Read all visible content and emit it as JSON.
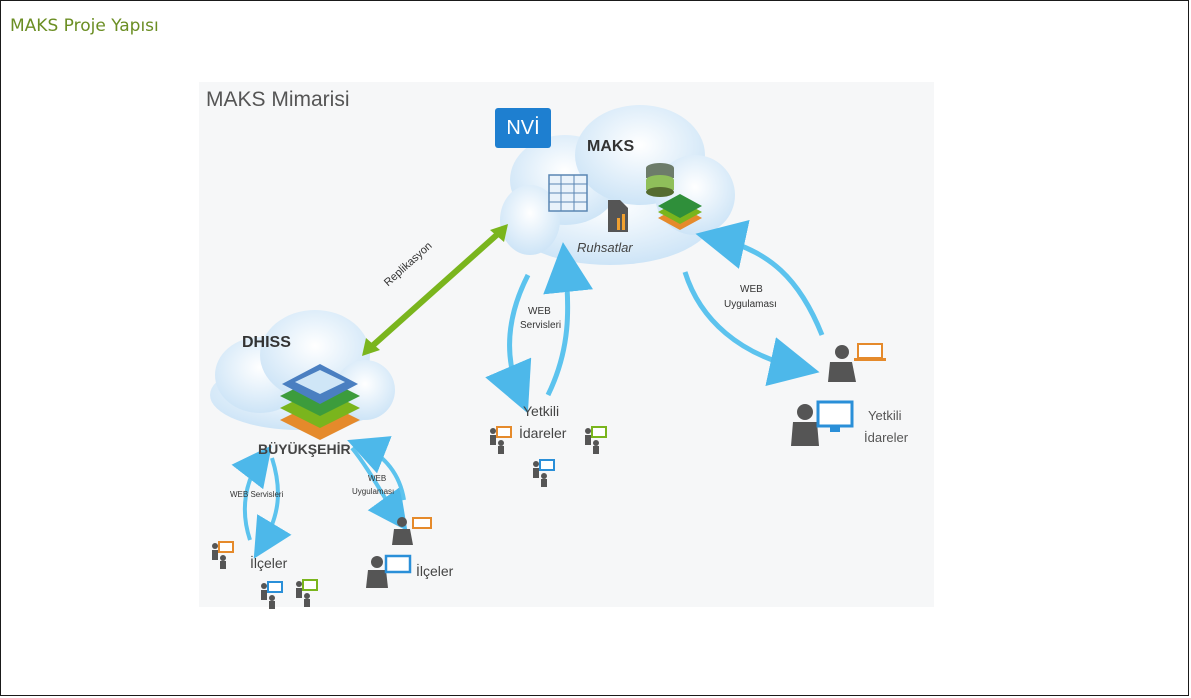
{
  "page": {
    "title": "MAKS Proje Yapısı"
  },
  "diagram": {
    "title": "MAKS Mimarisi",
    "nvi_badge": "NVİ",
    "maks_cloud": {
      "label": "MAKS",
      "sublabel": "Ruhsatlar"
    },
    "dhiss_cloud": {
      "label": "DHISS",
      "sublabel": "BÜYÜKŞEHİR"
    },
    "replication_label": "Replikasyon",
    "web_services_label_line1": "WEB",
    "web_services_label_line2": "Servisleri",
    "web_app_label_line1": "WEB",
    "web_app_label_line2": "Uygulaması",
    "authorized_center_line1": "Yetkili",
    "authorized_center_line2": "İdareler",
    "authorized_right_line1": "Yetkili",
    "authorized_right_line2": "İdareler",
    "small_web_services": "WEB Servisleri",
    "small_web_app_line1": "WEB",
    "small_web_app_line2": "Uygulaması",
    "districts_left": "İlçeler",
    "districts_right": "İlçeler",
    "colors": {
      "cloud": "#dcecf9",
      "arrow_blue": "#5cc3ee",
      "arrow_green": "#7ab51d",
      "accent_blue": "#1e7fd0",
      "title_green": "#6b8e23"
    }
  }
}
